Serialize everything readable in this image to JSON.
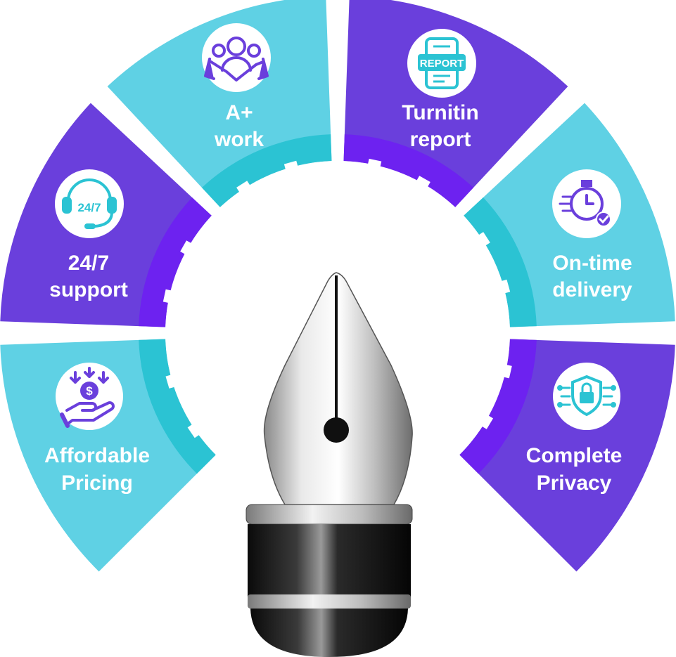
{
  "colors": {
    "purple": "#6a3fdc",
    "purple_inner": "#6d22f0",
    "cyan": "#5fd1e4",
    "cyan_inner": "#2bc3d3",
    "icon_circle": "#ffffff",
    "nib_dark": "#151515",
    "nib_silver": "#c8c8c8"
  },
  "segments": [
    {
      "id": "affordable-pricing",
      "line1": "Affordable",
      "line2": "Pricing",
      "color": "cyan",
      "icon": "hand-dollar-icon"
    },
    {
      "id": "support",
      "line1": "24/7",
      "line2": "support",
      "color": "purple",
      "icon": "headset-24-7-icon"
    },
    {
      "id": "a-plus-work",
      "line1": "A+",
      "line2": "work",
      "color": "cyan",
      "icon": "handshake-team-icon"
    },
    {
      "id": "turnitin-report",
      "line1": "Turnitin",
      "line2": "report",
      "color": "purple",
      "icon": "report-document-icon"
    },
    {
      "id": "on-time-delivery",
      "line1": "On-time",
      "line2": "delivery",
      "color": "cyan",
      "icon": "stopwatch-check-icon"
    },
    {
      "id": "complete-privacy",
      "line1": "Complete",
      "line2": "Privacy",
      "color": "purple",
      "icon": "shield-lock-icon"
    }
  ],
  "icon_texts": {
    "support": "24/7",
    "report": "REPORT"
  }
}
